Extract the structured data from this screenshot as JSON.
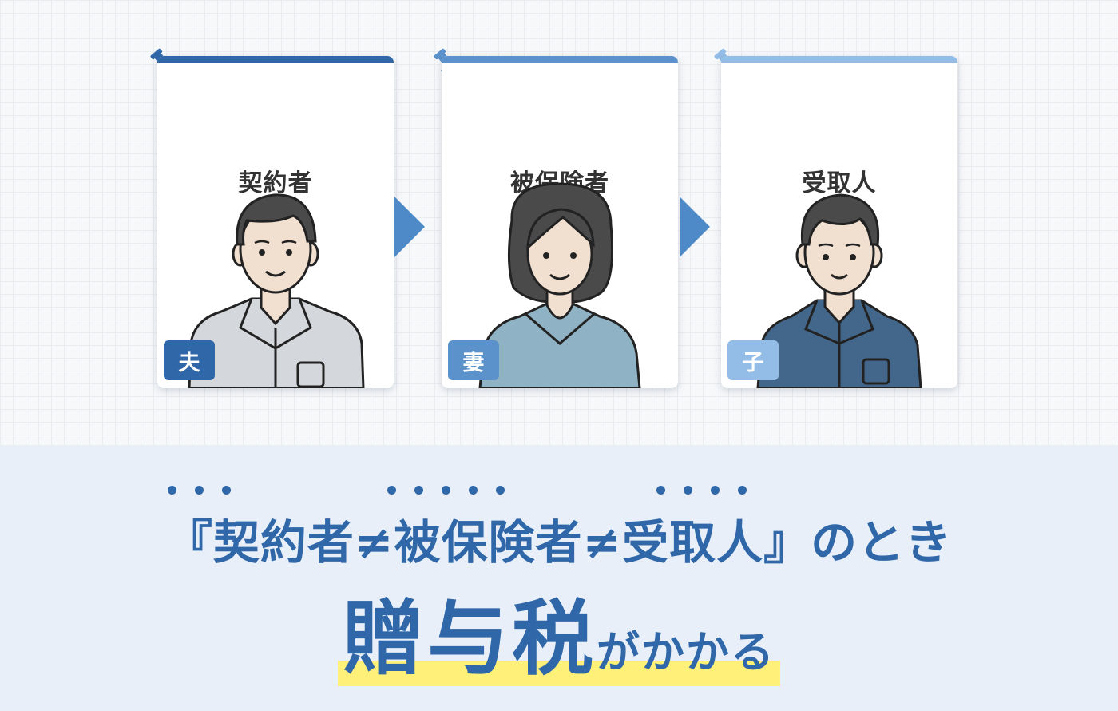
{
  "roles": [
    {
      "title": "契約者",
      "badge": "夫",
      "color": "#2f67a8"
    },
    {
      "title": "被保険者",
      "badge": "妻",
      "color": "#5b92cc"
    },
    {
      "title": "受取人",
      "badge": "子",
      "color": "#93bde6"
    }
  ],
  "icons": {
    "pin": "pushpin-icon",
    "arrow": "right-arrow-icon"
  },
  "headline": {
    "text": "『契約者≠被保険者≠受取人』のとき",
    "emphasis": "贈与税",
    "suffix": "がかかる"
  },
  "colors": {
    "primary": "#2f67a8",
    "highlight": "#fff07a",
    "bottom_bg": "#e8eff8",
    "husband_shirt": "#d4d7db",
    "wife_top": "#8fb3c4",
    "child_shirt": "#43678a",
    "skin": "#f1dfd0",
    "hair": "#4a4a4a"
  }
}
